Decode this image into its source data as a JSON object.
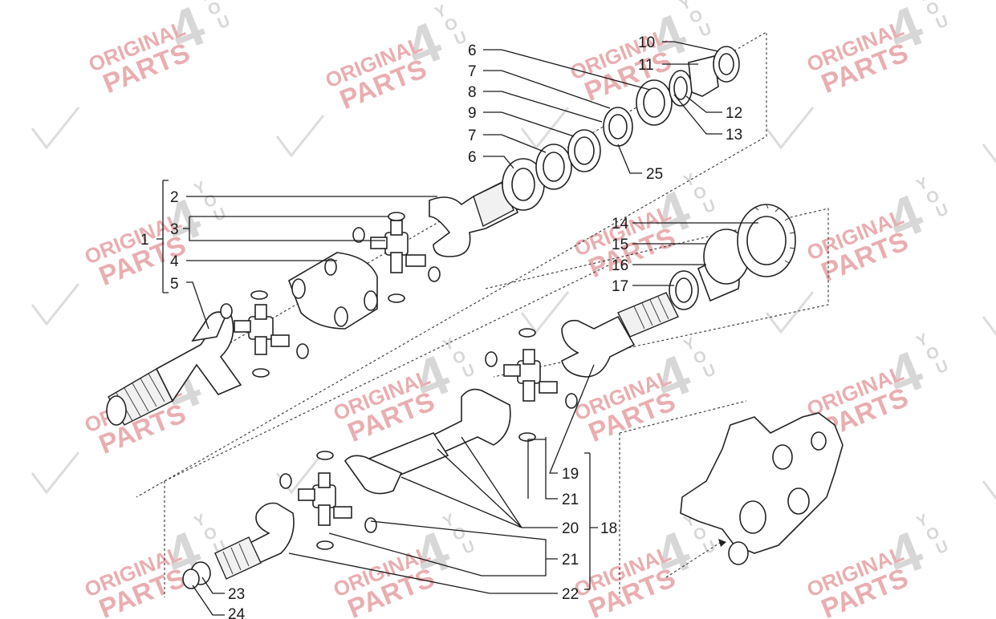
{
  "watermark": {
    "line1": "ORIGINAL",
    "line2": "PARTS",
    "big": "4",
    "letters": [
      "Y",
      "O",
      "U"
    ]
  },
  "callouts": [
    {
      "id": "1",
      "text": "1"
    },
    {
      "id": "2",
      "text": "2"
    },
    {
      "id": "3",
      "text": "3"
    },
    {
      "id": "4",
      "text": "4"
    },
    {
      "id": "5",
      "text": "5"
    },
    {
      "id": "6a",
      "text": "6"
    },
    {
      "id": "7a",
      "text": "7"
    },
    {
      "id": "8",
      "text": "8"
    },
    {
      "id": "9",
      "text": "9"
    },
    {
      "id": "7b",
      "text": "7"
    },
    {
      "id": "6b",
      "text": "6"
    },
    {
      "id": "10",
      "text": "10"
    },
    {
      "id": "11",
      "text": "11"
    },
    {
      "id": "12",
      "text": "12"
    },
    {
      "id": "13",
      "text": "13"
    },
    {
      "id": "25",
      "text": "25"
    },
    {
      "id": "14",
      "text": "14"
    },
    {
      "id": "15",
      "text": "15"
    },
    {
      "id": "16",
      "text": "16"
    },
    {
      "id": "17",
      "text": "17"
    },
    {
      "id": "18",
      "text": "18"
    },
    {
      "id": "19",
      "text": "19"
    },
    {
      "id": "21a",
      "text": "21"
    },
    {
      "id": "20",
      "text": "20"
    },
    {
      "id": "21b",
      "text": "21"
    },
    {
      "id": "22",
      "text": "22"
    },
    {
      "id": "23",
      "text": "23"
    },
    {
      "id": "24",
      "text": "24"
    }
  ],
  "colors": {
    "line": "#1a1a1a",
    "watermark_pink": "#e9aeb1",
    "watermark_grey": "#d7d7d7"
  }
}
